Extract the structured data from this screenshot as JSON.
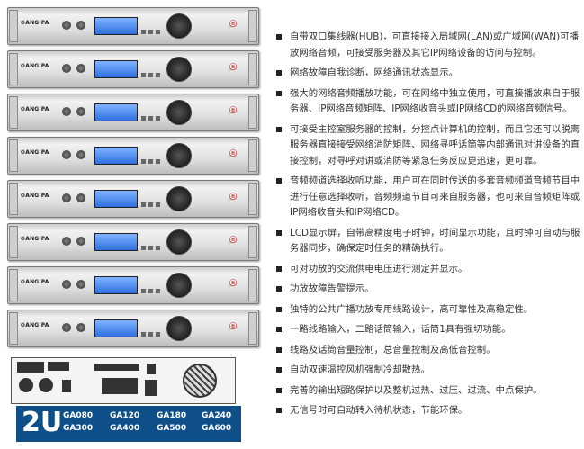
{
  "product_panel": {
    "series_label": "2U",
    "models": [
      [
        "GA080",
        "GA120",
        "GA180",
        "GA240"
      ],
      [
        "GA300",
        "GA400",
        "GA500",
        "GA600"
      ]
    ],
    "unit_logo": "ANG PA",
    "units": [
      1,
      2,
      3,
      4,
      5,
      6,
      7,
      8
    ]
  },
  "features": [
    "自带双口集线器(HUB)，可直接接入局域网(LAN)或广域网(WAN)可播放网络音频，可接受服务器及其它IP网络设备的访问与控制。",
    "网络故障自我诊断，网络通讯状态显示。",
    "强大的网络音频播放功能，可在网络中独立使用，可直接播放来自于服务器、IP网络音频矩阵、IP网络收音头或IP网络CD的网络音频信号。",
    "可接受主控室服务器的控制，分控点计算机的控制，而且它还可以脱离服务器直接接受网络消防矩阵、网络寻呼话筒等内部通讯对讲设备的直接控制，对寻呼对讲或消防等紧急任务反应更迅速，更可靠。",
    "音频频道选择收听功能，用户可在同时传送的多套音频频道音频节目中进行任意选择收听，音频频道节目可来自服务器，也可来自音频矩阵或IP网络收音头和IP网络CD。",
    "LCD显示屏，自带高精度电子时钟，时间显示功能，且时钟可自动与服务器同步，确保定时任务的精确执行。",
    "可对功放的交流供电电压进行测定并显示。",
    "功放故障告警提示。",
    "独特的公共广播功放专用线路设计，高可靠性及高稳定性。",
    "一路线路输入，二路话筒输入，话筒1具有强切功能。",
    "线路及话筒音量控制，总音量控制及高低音控制。",
    "自动双速温控风机强制冷却散热。",
    "完善的输出短路保护以及整机过热、过压、过流、中点保护。",
    "无信号时可自动转入待机状态，节能环保。"
  ]
}
